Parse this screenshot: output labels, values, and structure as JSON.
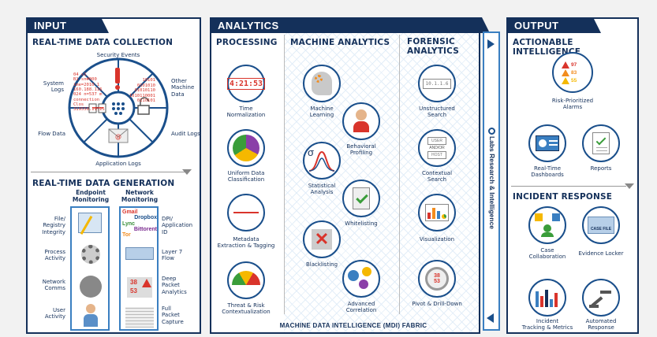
{
  "input": {
    "header": "INPUT",
    "collection_title": "REAL-TIME DATA COLLECTION",
    "wheel": {
      "security_events": "Security Events",
      "system_logs": "System\nLogs",
      "other_machine_data": "Other\nMachine\nData",
      "flow_data": "Flow Data",
      "audit_logs": "Audit Logs",
      "application_logs": "Application Logs",
      "log_snippet": [
        "04 s1",
        "B1 sn#000",
        "ime=2010-1",
        "160.188.116",
        "024 n=537 m",
        "connection Clos",
        "319550.11.25"
      ],
      "binary_snippet": [
        "10101",
        "0101010",
        "01010110",
        "1010110001",
        "0110101"
      ]
    },
    "generation_title": "REAL-TIME DATA GENERATION",
    "col_endpoint": "Endpoint\nMonitoring",
    "col_network": "Network\nMonitoring",
    "rows_left": [
      "File/\nRegistry\nIntegrity",
      "Process\nActivity",
      "Network\nComms",
      "User\nActivity"
    ],
    "rows_right": [
      "DPI/\nApplication\nID",
      "Layer 7\nFlow",
      "Deep\nPacket\nAnalytics",
      "Full\nPacket\nCapture"
    ],
    "dpi_words": [
      "Gmail",
      "Dropbox",
      "Lync",
      "Bittorent",
      "Tor"
    ],
    "deep_packet_values": [
      "38",
      "53"
    ]
  },
  "analytics": {
    "header": "ANALYTICS",
    "processing_title": "PROCESSING",
    "machine_title": "MACHINE ANALYTICS",
    "forensic_title": "FORENSIC\nANALYTICS",
    "clock": "4:21:53",
    "processing_items": [
      "Time\nNormalization",
      "Uniform Data\nClassification",
      "Metadata\nExtraction & Tagging",
      "Threat & Risk\nContextualization"
    ],
    "machine_items": [
      "Machine\nLearning",
      "Behavioral\nProfiling",
      "Statistical\nAnalysis",
      "Whitelisting",
      "Blacklisting",
      "Advanced\nCorrelation"
    ],
    "sigma": "σ",
    "forensic_items": [
      "Unstructured\nSearch",
      "Contextual\nSearch",
      "Visualization",
      "Pivot & Drill-Down"
    ],
    "search_box_text": "10.1.1.6",
    "contextual_fields": [
      "USER",
      "AND/OR",
      "HOST"
    ],
    "pivot_values": [
      "38",
      "53"
    ],
    "fabric": "MACHINE DATA INTELLIGENCE (MDI) FABRIC",
    "labs": "Labs Research & Intelligence"
  },
  "output": {
    "header": "OUTPUT",
    "actionable_title": "ACTIONABLE INTELLIGENCE",
    "alarms": [
      "97",
      "83",
      "55"
    ],
    "alarm_colors": [
      "#d9342b",
      "#f28c1e",
      "#f5b800"
    ],
    "alarms_label": "Risk-Prioritized\nAlarms",
    "dashboards_label": "Real-Time\nDashboards",
    "reports_label": "Reports",
    "incident_title": "INCIDENT RESPONSE",
    "incident_items": [
      "Case\nCollaboration",
      "Evidence Locker",
      "Incident\nTracking & Metrics",
      "Automated\nResponse"
    ],
    "case_file": "CASE FILE"
  },
  "colors": {
    "navy": "#14305a",
    "blue": "#1a4f8b",
    "light_blue": "#3a7fc1",
    "red": "#d9342b"
  }
}
